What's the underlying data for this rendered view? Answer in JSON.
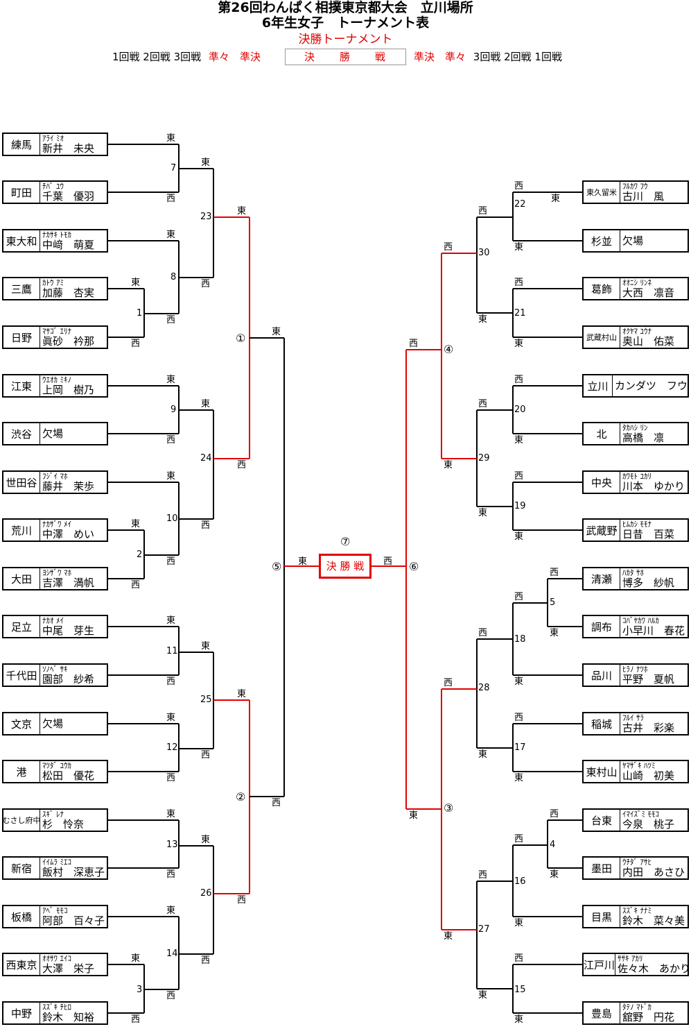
{
  "header": {
    "title_line1": "第26回わんぱく相撲東京都大会　立川場所",
    "title_line2": "6年生女子　トーナメント表",
    "title_line3": "決勝トーナメント",
    "rounds_left": "1回戦 2回戦 3回戦",
    "rounds_left_red": "準々　準決",
    "final_label": "決　　勝　　戦",
    "rounds_right_red": "準決　準々",
    "rounds_right": "3回戦 2回戦 1回戦"
  },
  "left_entries": [
    {
      "pref": "練馬",
      "kana": "ｱﾗｲ ﾐｵ",
      "name": "新井　未央"
    },
    {
      "pref": "町田",
      "kana": "ﾁﾊﾞ ﾕｳ",
      "name": "千葉　優羽"
    },
    {
      "pref": "東大和",
      "kana": "ﾅｶｻｷ ﾄﾓｶ",
      "name": "中﨑　萌夏"
    },
    {
      "pref": "三鷹",
      "kana": "ｶﾄｳ ｱﾐ",
      "name": "加藤　杏実"
    },
    {
      "pref": "日野",
      "kana": "ﾏｻｺﾞ ｴﾘﾅ",
      "name": "眞砂　衿那"
    },
    {
      "pref": "江東",
      "kana": "ｳｴｵｶ ﾐｷﾉ",
      "name": "上岡　樹乃"
    },
    {
      "pref": "渋谷",
      "kana": "",
      "name": "欠場"
    },
    {
      "pref": "世田谷",
      "kana": "ﾌｼﾞｲ ﾏﾎ",
      "name": "藤井　茉歩"
    },
    {
      "pref": "荒川",
      "kana": "ﾅｶｻﾞﾜ ﾒｲ",
      "name": "中澤　めい"
    },
    {
      "pref": "大田",
      "kana": "ﾖｼｻﾞﾜ ﾏﾎ",
      "name": "吉澤　満帆"
    },
    {
      "pref": "足立",
      "kana": "ﾅｶｵ ﾒｲ",
      "name": "中尾　芽生"
    },
    {
      "pref": "千代田",
      "kana": "ｿﾉﾍﾞ ｻｷ",
      "name": "園部　紗希"
    },
    {
      "pref": "文京",
      "kana": "",
      "name": "欠場"
    },
    {
      "pref": "港",
      "kana": "ﾏﾂﾀﾞ ﾕｳｶ",
      "name": "松田　優花"
    },
    {
      "pref": "むさし府中",
      "kana": "ｽｷﾞ ﾚﾅ",
      "name": "杉　怜奈"
    },
    {
      "pref": "新宿",
      "kana": "ｲｲﾑﾗ ﾐｴｺ",
      "name": "飯村　深恵子"
    },
    {
      "pref": "板橋",
      "kana": "ｱﾍﾞ ﾓﾓｺ",
      "name": "阿部　百々子"
    },
    {
      "pref": "西東京",
      "kana": "ｵｵｻﾜ ｴｲｺ",
      "name": "大澤　栄子"
    },
    {
      "pref": "中野",
      "kana": "ｽｽﾞｷ ﾁﾋﾛ",
      "name": "鈴木　知裕"
    }
  ],
  "right_entries": [
    {
      "pref": "東久留米",
      "kana": "ﾌﾙｶﾜ ﾌｳ",
      "name": "古川　風"
    },
    {
      "pref": "杉並",
      "kana": "",
      "name": "欠場"
    },
    {
      "pref": "葛飾",
      "kana": "ｵｵﾆｼ ﾘﾝﾈ",
      "name": "大西　凛音"
    },
    {
      "pref": "武蔵村山",
      "kana": "ｵｸﾔﾏ ﾕｳﾅ",
      "name": "奥山　佑菜"
    },
    {
      "pref": "立川",
      "kana": "",
      "name": "カンダツ　フウ"
    },
    {
      "pref": "北",
      "kana": "ﾀｶﾊｼ ﾘﾝ",
      "name": "高橋　凛"
    },
    {
      "pref": "中央",
      "kana": "ｶﾜﾓﾄ ﾕｶﾘ",
      "name": "川本　ゆかり"
    },
    {
      "pref": "武蔵野",
      "kana": "ﾋﾑｶｼ ﾓﾓﾅ",
      "name": "日昔　百菜"
    },
    {
      "pref": "清瀬",
      "kana": "ﾊｶﾀ ｻﾎ",
      "name": "博多　紗帆"
    },
    {
      "pref": "調布",
      "kana": "ｺﾊﾞﾔｶﾜ ﾊﾙｶ",
      "name": "小早川　春花"
    },
    {
      "pref": "品川",
      "kana": "ﾋﾗﾉ ﾅﾂﾎ",
      "name": "平野　夏帆"
    },
    {
      "pref": "稲城",
      "kana": "ﾌﾙｲ ｻﾗ",
      "name": "古井　彩楽"
    },
    {
      "pref": "東村山",
      "kana": "ﾔﾏｻﾞｷ ﾊﾂﾐ",
      "name": "山崎　初美"
    },
    {
      "pref": "台東",
      "kana": "ｲﾏｲｽﾞﾐ ﾓﾓｺ",
      "name": "今泉　桃子"
    },
    {
      "pref": "墨田",
      "kana": "ｳﾁﾀﾞ ｱｻﾋ",
      "name": "内田　あさひ"
    },
    {
      "pref": "目黒",
      "kana": "ｽｽﾞｷ ﾅﾅﾐ",
      "name": "鈴木　菜々美"
    },
    {
      "pref": "江戸川",
      "kana": "ｻｻｷ ｱｶﾘ",
      "name": "佐々木　あかり"
    },
    {
      "pref": "豊島",
      "kana": "ﾀﾃﾉ ﾏﾄﾞｶ",
      "name": "舘野　円花"
    }
  ],
  "side_labels": {
    "east": "東",
    "west": "西"
  },
  "bout_numbers": [
    "1",
    "2",
    "3",
    "4",
    "5",
    "7",
    "8",
    "9",
    "10",
    "11",
    "12",
    "13",
    "14",
    "15",
    "16",
    "17",
    "18",
    "19",
    "20",
    "21",
    "22",
    "23",
    "24",
    "25",
    "26",
    "27",
    "28",
    "29",
    "30"
  ],
  "semi_circles": [
    "①",
    "②",
    "③",
    "④",
    "⑤",
    "⑥",
    "⑦"
  ],
  "final_box": "決 勝 戦",
  "colors": {
    "winner_line": "#e00000",
    "line": "#000000"
  }
}
